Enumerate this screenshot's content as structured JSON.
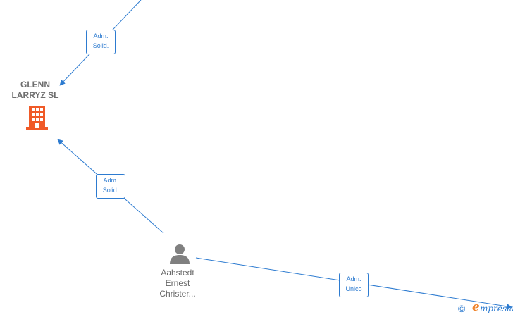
{
  "nodes": {
    "company": {
      "name": "GLENN\nLARRYZ  SL",
      "icon": "building-icon",
      "color": "#f05a28"
    },
    "person": {
      "name": "Aahstedt\nErnest\nChrister...",
      "icon": "person-icon",
      "color": "#808080"
    }
  },
  "edges": [
    {
      "label": "Adm.\nSolid."
    },
    {
      "label": "Adm.\nSolid."
    },
    {
      "label": "Adm.\nUnico"
    }
  ],
  "edge_color": "#2d7bd0",
  "watermark": {
    "copyright": "©",
    "brand_initial": "e",
    "brand_rest": "mpresia"
  }
}
